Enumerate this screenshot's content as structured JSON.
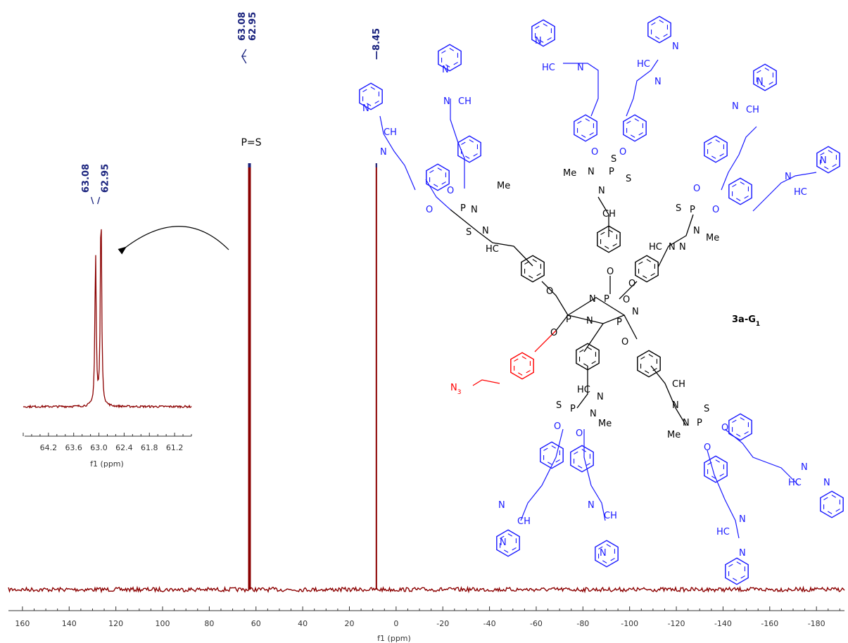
{
  "chart_data": [
    {
      "type": "line",
      "xlabel": "f1 (ppm)",
      "xlim": [
        166,
        -192
      ],
      "x_reversed": true,
      "xticks": [
        160,
        140,
        120,
        100,
        80,
        60,
        40,
        20,
        0,
        -20,
        -40,
        -60,
        -80,
        -100,
        -120,
        -140,
        -160,
        -180
      ],
      "peaks": [
        {
          "x": 63.08,
          "height": 1.0
        },
        {
          "x": 62.95,
          "height": 1.0
        },
        {
          "x": 8.45,
          "height": 1.0
        }
      ],
      "peak_labels": [
        {
          "x": 63.08,
          "label": "63.08"
        },
        {
          "x": 62.95,
          "label": "62.95"
        },
        {
          "x": 8.45,
          "label": "8.45"
        }
      ],
      "annotations": [
        {
          "x": 63.0,
          "text": "P=S"
        }
      ],
      "line_color": "#8b0000",
      "label_color": "#1a237e"
    },
    {
      "type": "line",
      "role": "inset",
      "xlabel": "f1 (ppm)",
      "xlim": [
        64.8,
        60.8
      ],
      "x_reversed": true,
      "xticks": [
        64.2,
        63.6,
        63.0,
        62.4,
        61.8,
        61.2
      ],
      "tick_labels": [
        "64.2",
        "63.6",
        "63.0",
        "62.4",
        "61.8",
        "61.2"
      ],
      "peaks": [
        {
          "x": 63.08,
          "height": 0.74
        },
        {
          "x": 62.95,
          "height": 1.0
        }
      ],
      "peak_labels": [
        {
          "x": 63.08,
          "label": "63.08"
        },
        {
          "x": 62.95,
          "label": "62.95"
        }
      ],
      "line_color": "#8b0000"
    }
  ],
  "structure": {
    "compound_label": "3a-G",
    "compound_subscript": "1",
    "atoms": {
      "me": "Me",
      "n": "N",
      "p": "P",
      "s": "S",
      "o": "O",
      "hc": "HC",
      "ch": "CH",
      "azide": "N",
      "azide_sub": "3"
    },
    "colors": {
      "core": "#000000",
      "terminal": "#1a1aff",
      "azide": "#ff0000"
    }
  }
}
